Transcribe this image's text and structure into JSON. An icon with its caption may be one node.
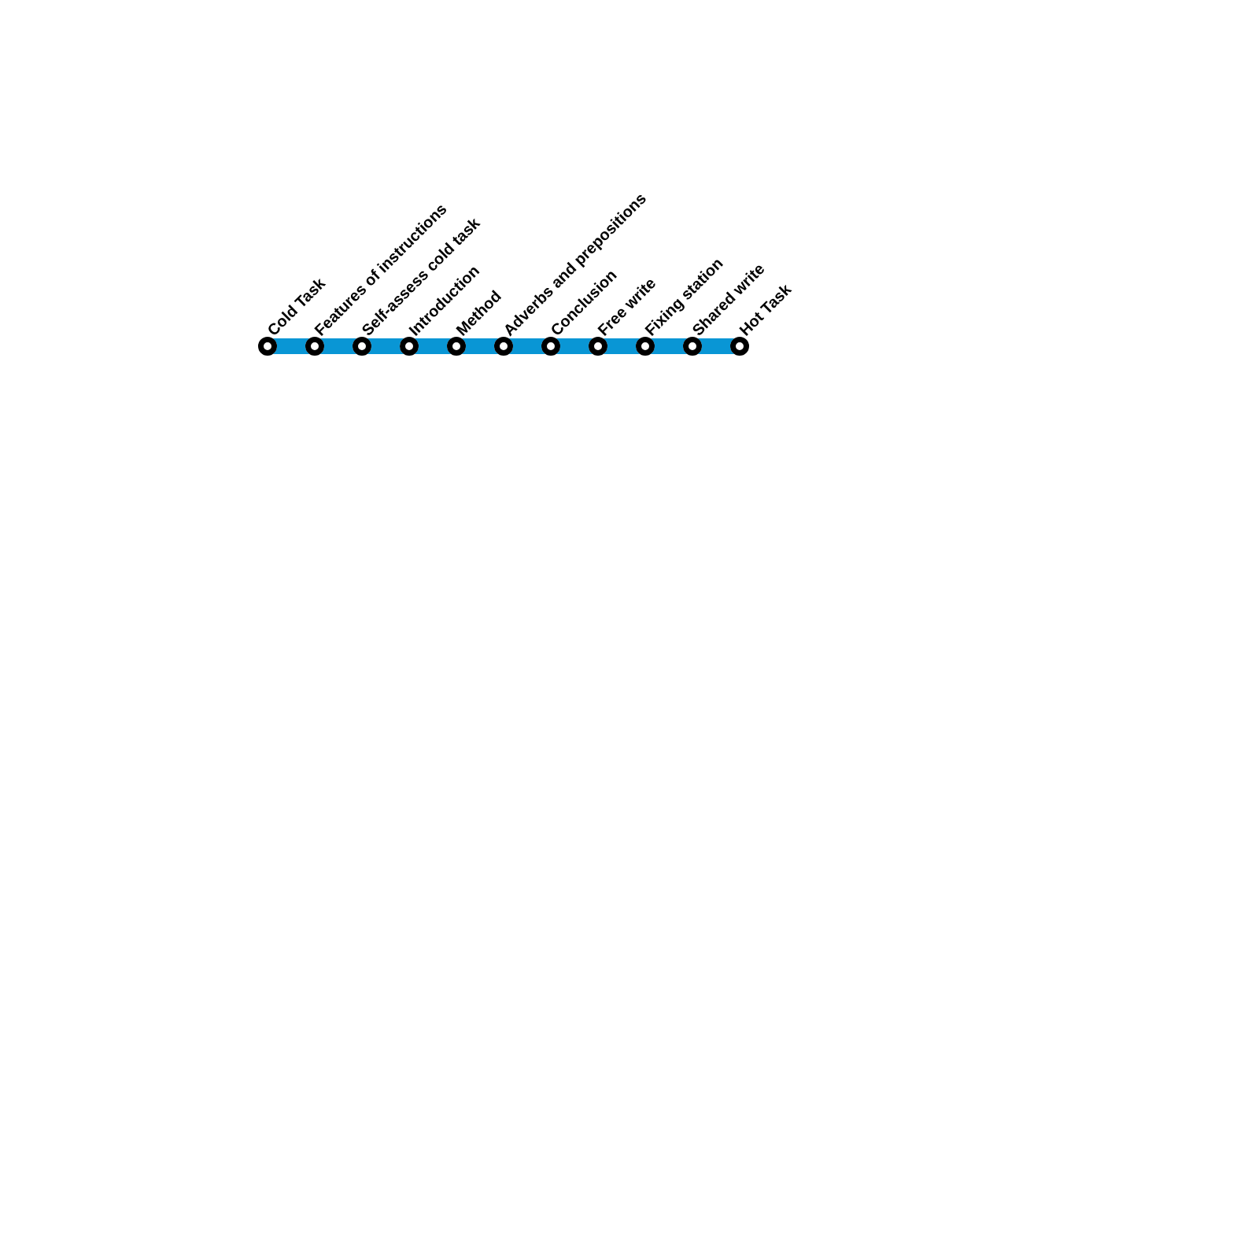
{
  "diagram": {
    "nodes": [
      {
        "text": [
          "Cold Task"
        ]
      },
      {
        "text": [
          "Features of instructions"
        ]
      },
      {
        "text": [
          "Self-assess cold task"
        ]
      },
      {
        "text": [
          "Introduction"
        ]
      },
      {
        "text": [
          "Method"
        ]
      },
      {
        "text": [
          "Adverbs and prepositions"
        ]
      },
      {
        "text": [
          "Conclusion"
        ]
      },
      {
        "text": [
          "Free write"
        ]
      },
      {
        "text": [
          "Fixing station"
        ]
      },
      {
        "text": [
          "Shared write"
        ]
      },
      {
        "text": [
          "Hot Task"
        ]
      }
    ],
    "edges": [
      {
        "from": 0,
        "to": 1,
        "arrow": "none"
      },
      {
        "from": 1,
        "to": 2,
        "arrow": "none"
      },
      {
        "from": 2,
        "to": 3,
        "arrow": "none"
      },
      {
        "from": 3,
        "to": 4,
        "arrow": "none"
      },
      {
        "from": 4,
        "to": 5,
        "arrow": "none"
      },
      {
        "from": 5,
        "to": 6,
        "arrow": "none"
      },
      {
        "from": 6,
        "to": 7,
        "arrow": "none"
      },
      {
        "from": 7,
        "to": 8,
        "arrow": "none"
      },
      {
        "from": 8,
        "to": 9,
        "arrow": "none"
      },
      {
        "from": 9,
        "to": 10,
        "arrow": "none"
      }
    ]
  }
}
